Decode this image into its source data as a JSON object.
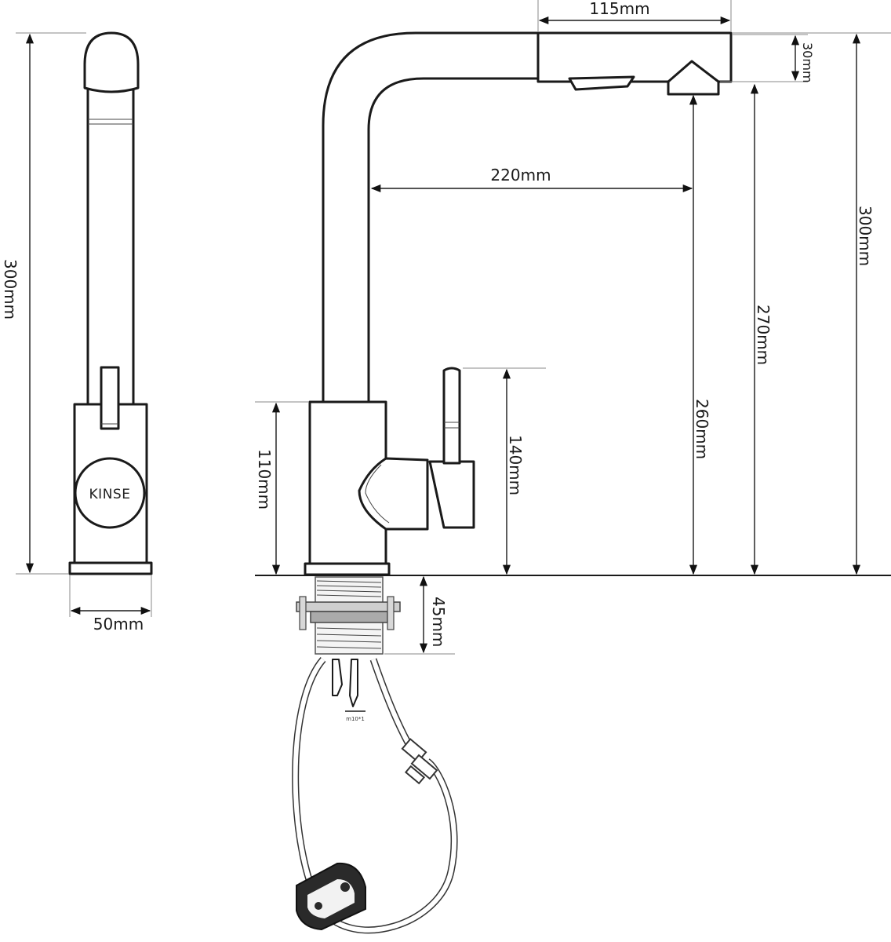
{
  "brand": "KINSE",
  "hose_thread_label": "m10*1",
  "dimensions": {
    "front_total_height": "300mm",
    "front_base_width": "50mm",
    "spout_head_length": "115mm",
    "head_height": "30mm",
    "spout_reach": "220mm",
    "side_total_height": "300mm",
    "outlet_height_270": "270mm",
    "outlet_height_260": "260mm",
    "lever_height": "140mm",
    "body_height": "110mm",
    "shank_length": "45mm"
  }
}
